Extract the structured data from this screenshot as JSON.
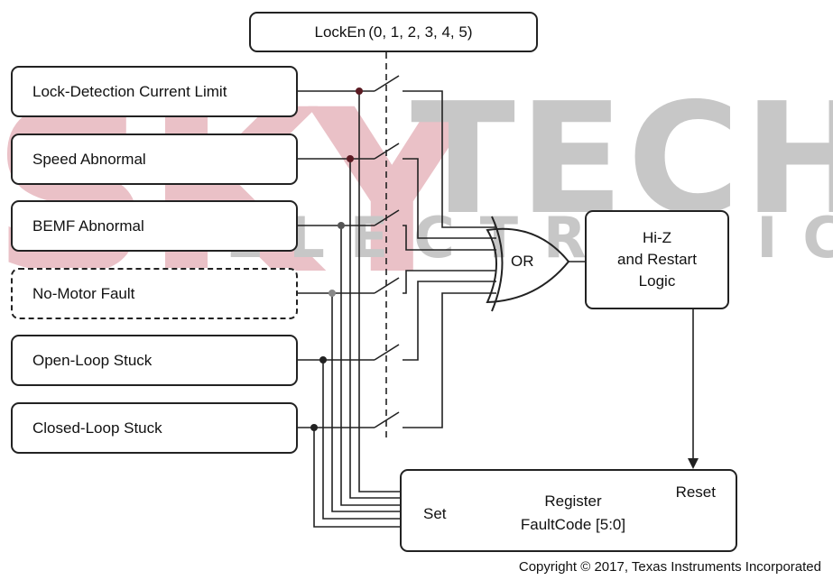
{
  "lock_enable": {
    "label": "LockEn",
    "values": "(0, 1, 2, 3, 4, 5)"
  },
  "fault_sources": [
    {
      "label": "Lock-Detection Current Limit",
      "style": "solid"
    },
    {
      "label": "Speed Abnormal",
      "style": "solid"
    },
    {
      "label": "BEMF Abnormal",
      "style": "solid"
    },
    {
      "label": "No-Motor Fault",
      "style": "dashed"
    },
    {
      "label": "Open-Loop Stuck",
      "style": "solid"
    },
    {
      "label": "Closed-Loop Stuck",
      "style": "solid"
    }
  ],
  "or_gate": {
    "label": "OR"
  },
  "restart_logic": {
    "line1": "Hi-Z",
    "line2": "and Restart",
    "line3": "Logic"
  },
  "register": {
    "set_label": "Set",
    "reset_label": "Reset",
    "name": "Register",
    "field": "FaultCode [5:0]"
  },
  "watermark": {
    "brand": "SKYTECH",
    "sub": "ELECTRONIC",
    "colors": {
      "sky": "#d9909b",
      "tech": "#9a9a9a"
    }
  },
  "copyright": "Copyright © 2017, Texas Instruments Incorporated"
}
